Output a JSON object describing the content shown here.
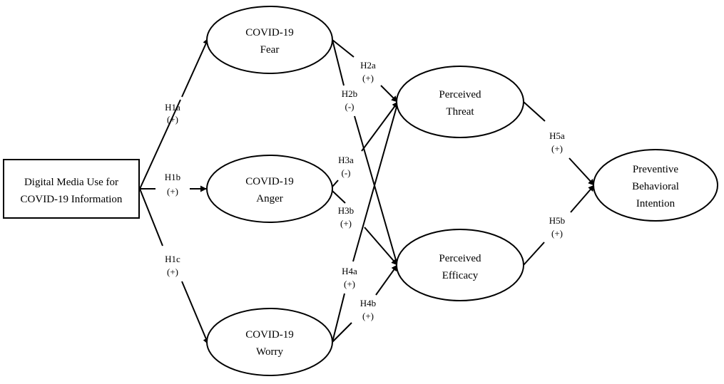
{
  "nodes": {
    "media_use": {
      "lines": [
        "Digital Media Use for",
        "COVID-19 Information"
      ]
    },
    "fear": {
      "lines": [
        "COVID-19",
        "Fear"
      ]
    },
    "anger": {
      "lines": [
        "COVID-19",
        "Anger"
      ]
    },
    "worry": {
      "lines": [
        "COVID-19",
        "Worry"
      ]
    },
    "threat": {
      "lines": [
        "Perceived",
        "Threat"
      ]
    },
    "efficacy": {
      "lines": [
        "Perceived",
        "Efficacy"
      ]
    },
    "intention": {
      "lines": [
        "Preventive",
        "Behavioral",
        "Intention"
      ]
    }
  },
  "paths": [
    {
      "id": "h1a",
      "from": "media_use",
      "to": "fear",
      "label": "H1a",
      "sign": "(+)"
    },
    {
      "id": "h1b",
      "from": "media_use",
      "to": "anger",
      "label": "H1b",
      "sign": "(+)"
    },
    {
      "id": "h1c",
      "from": "media_use",
      "to": "worry",
      "label": "H1c",
      "sign": "(+)"
    },
    {
      "id": "h2a",
      "from": "fear",
      "to": "threat",
      "label": "H2a",
      "sign": "(+)"
    },
    {
      "id": "h2b",
      "from": "fear",
      "to": "efficacy",
      "label": "H2b",
      "sign": "(-)"
    },
    {
      "id": "h3a",
      "from": "anger",
      "to": "threat",
      "label": "H3a",
      "sign": "(-)"
    },
    {
      "id": "h3b",
      "from": "anger",
      "to": "efficacy",
      "label": "H3b",
      "sign": "(+)"
    },
    {
      "id": "h4a",
      "from": "worry",
      "to": "threat",
      "label": "H4a",
      "sign": "(+)"
    },
    {
      "id": "h4b",
      "from": "worry",
      "to": "efficacy",
      "label": "H4b",
      "sign": "(+)"
    },
    {
      "id": "h5a",
      "from": "threat",
      "to": "intention",
      "label": "H5a",
      "sign": "(+)"
    },
    {
      "id": "h5b",
      "from": "efficacy",
      "to": "intention",
      "label": "H5b",
      "sign": "(+)"
    }
  ]
}
